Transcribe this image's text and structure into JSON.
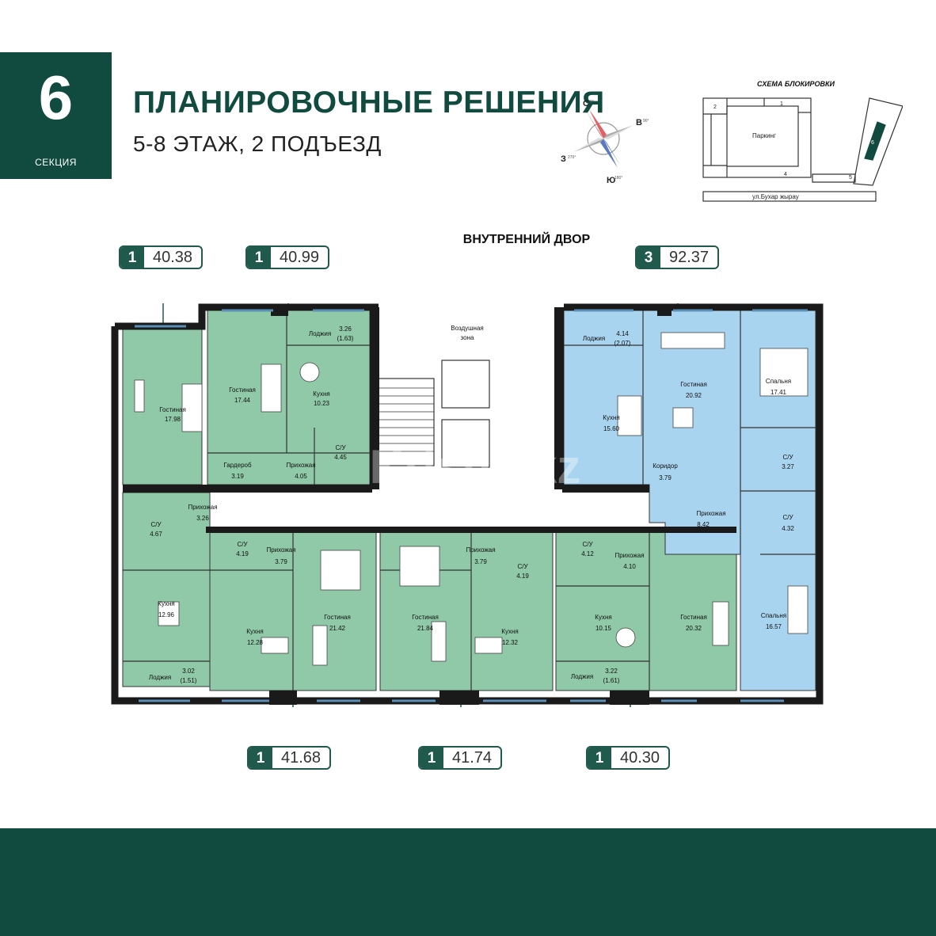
{
  "header": {
    "section_number": "6",
    "section_label": "СЕКЦИЯ",
    "title": "ПЛАНИРОВОЧНЫЕ РЕШЕНИЯ",
    "subtitle": "5-8 ЭТАЖ, 2 ПОДЪЕЗД"
  },
  "compass": {
    "north": "С",
    "north_deg": "0°",
    "east": "В",
    "east_deg": "90°",
    "south": "Ю",
    "south_deg": "180°",
    "west": "З",
    "west_deg": "270°"
  },
  "block_scheme": {
    "title": "СХЕМА БЛОКИРОВКИ",
    "parking": "Паркинг",
    "street": "ул.Бухар жырау",
    "sections": [
      "1",
      "2",
      "4",
      "5",
      "6"
    ]
  },
  "plan": {
    "yard_label": "ВНУТРЕННИЙ ДВОР",
    "watermark": "Krisha.kz",
    "colors": {
      "green": "#8fc9a8",
      "blue": "#a9d4ef",
      "wall": "#1a1a1a",
      "brand": "#114b40"
    },
    "rooms": [
      {
        "name": "Гостиная",
        "area": "17.98"
      },
      {
        "name": "С/У",
        "area": "4.67"
      },
      {
        "name": "Прихожая",
        "area": "3.26"
      },
      {
        "name": "Кухня",
        "area": "12.96"
      },
      {
        "name": "Лоджия",
        "area": "3.02",
        "sub": "(1.51)"
      },
      {
        "name": "Гостиная",
        "area": "17.44"
      },
      {
        "name": "Лоджия",
        "area": "3.26",
        "sub": "(1.63)"
      },
      {
        "name": "Кухня",
        "area": "10.23"
      },
      {
        "name": "С/У",
        "area": "4.45"
      },
      {
        "name": "Гардероб",
        "area": "3.19"
      },
      {
        "name": "Прихожая",
        "area": "4.05"
      },
      {
        "name": "Воздушная",
        "area": "зона"
      },
      {
        "name": "С/У",
        "area": "4.19"
      },
      {
        "name": "Прихожая",
        "area": "3.79"
      },
      {
        "name": "Кухня",
        "area": "12.28"
      },
      {
        "name": "Гостиная",
        "area": "21.42"
      },
      {
        "name": "Гостиная",
        "area": "21.84"
      },
      {
        "name": "Прихожая",
        "area": "3.79"
      },
      {
        "name": "С/У",
        "area": "4.19"
      },
      {
        "name": "Кухня",
        "area": "12.32"
      },
      {
        "name": "С/У",
        "area": "4.12"
      },
      {
        "name": "Прихожая",
        "area": "4.10"
      },
      {
        "name": "Кухня",
        "area": "10.15"
      },
      {
        "name": "Лоджия",
        "area": "3.22",
        "sub": "(1.61)"
      },
      {
        "name": "Гостиная",
        "area": "20.32"
      },
      {
        "name": "Лоджия",
        "area": "4.14",
        "sub": "(2.07)"
      },
      {
        "name": "Кухня",
        "area": "15.60"
      },
      {
        "name": "Гостиная",
        "area": "20.92"
      },
      {
        "name": "Коридор",
        "area": "3.79"
      },
      {
        "name": "Спальня",
        "area": "17.41"
      },
      {
        "name": "С/У",
        "area": "3.27"
      },
      {
        "name": "Прихожая",
        "area": "8.42"
      },
      {
        "name": "С/У",
        "area": "4.32"
      },
      {
        "name": "Спальня",
        "area": "16.57"
      }
    ]
  },
  "apartments": [
    {
      "rooms": "1",
      "area": "40.38"
    },
    {
      "rooms": "1",
      "area": "40.99"
    },
    {
      "rooms": "3",
      "area": "92.37"
    },
    {
      "rooms": "1",
      "area": "41.68"
    },
    {
      "rooms": "1",
      "area": "41.74"
    },
    {
      "rooms": "1",
      "area": "40.30"
    }
  ]
}
